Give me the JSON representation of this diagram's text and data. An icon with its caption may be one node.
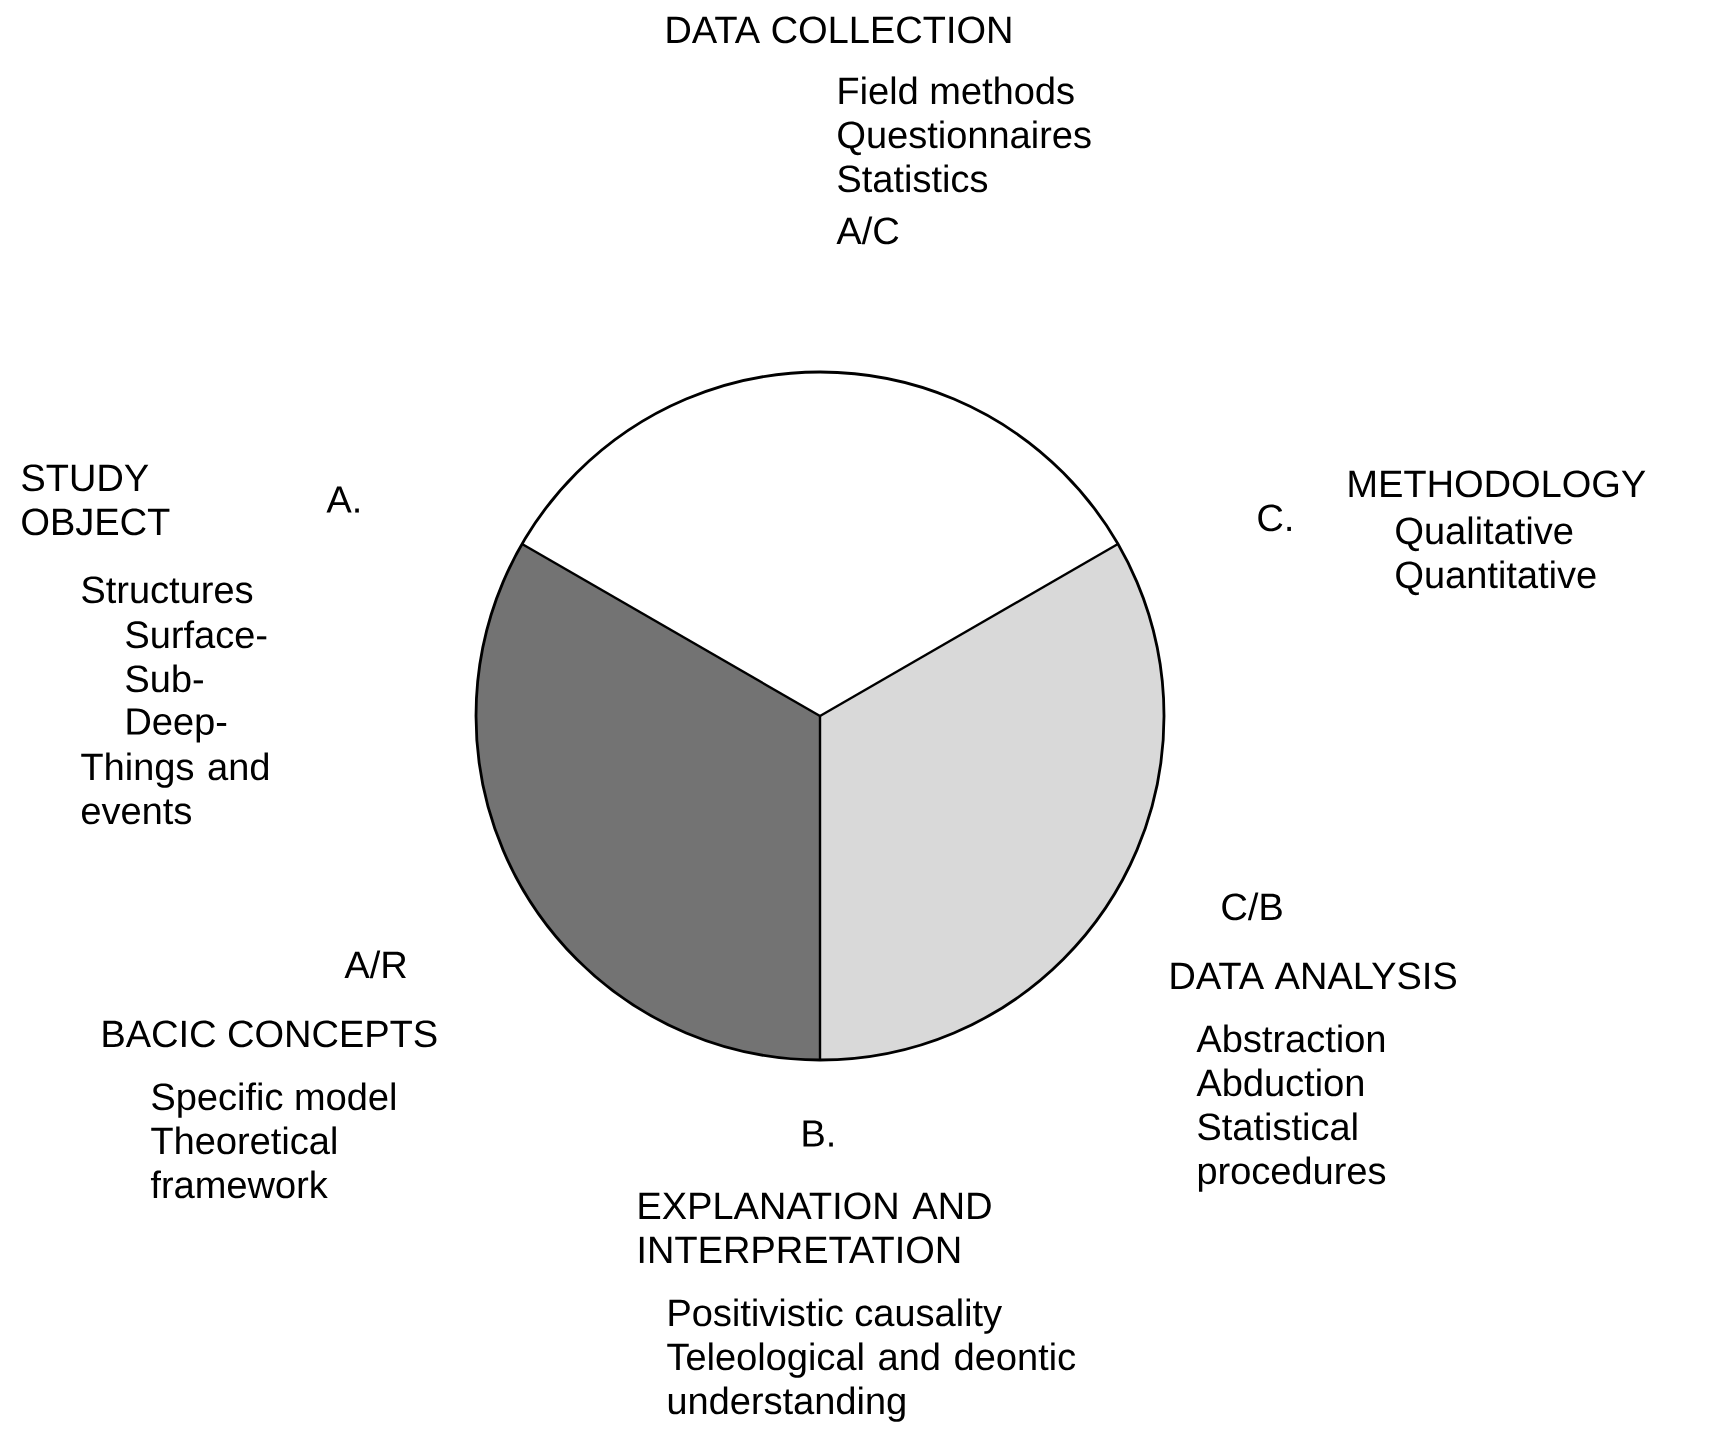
{
  "diagram": {
    "labels": [
      "DATA COLLECTION",
      "Field methods",
      "Questionnaires",
      "Statistics",
      "A/C",
      "STUDY OBJECT",
      "A.",
      "METHODOLOGY",
      "C.",
      "Qualitative",
      "Structures",
      "Quantitative",
      "Surface-",
      "Sub-",
      "Deep-",
      "Things and events",
      "C/B",
      "A/R",
      "DATA ANALYSIS",
      "BACIC CONCEPTS",
      "Abstraction",
      "Specific model",
      "Abduction",
      "Theoretical framework",
      "Statistical procedures",
      "B.",
      "EXPLANATION AND INTERPRETATION",
      "Positivistic causality",
      "Teleological and deontic understanding"
    ]
  }
}
